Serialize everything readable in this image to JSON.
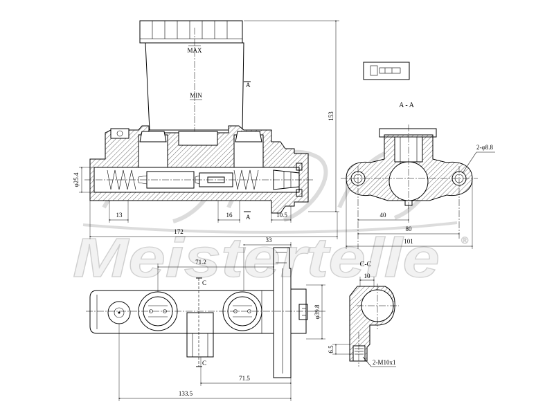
{
  "drawing": {
    "reservoir": {
      "max_label": "MAX",
      "min_label": "MIN"
    },
    "section_marks": {
      "a_top": "A",
      "a_bottom": "A",
      "c_top": "C",
      "c_bottom": "C"
    },
    "side_view_dims": {
      "height": "153",
      "bore": "φ25.4",
      "d13": "13",
      "d16": "16",
      "d10_5": "10.5",
      "length": "172"
    },
    "section_a": {
      "title": "A - A",
      "holes": "2-φ8.8",
      "d40": "40",
      "d80": "80",
      "d101": "101"
    },
    "top_view_dims": {
      "d33": "33",
      "d71_2": "71.2",
      "flange_dia": "φ39.8",
      "d71_5": "71.5",
      "d133_5": "133.5"
    },
    "section_c": {
      "title": "C-C",
      "d10": "10",
      "d6_5": "6.5",
      "thread": "2-M10x1"
    }
  },
  "watermark": {
    "brand": "Meistertelle",
    "registered": "®"
  },
  "colors": {
    "line": "#000000",
    "watermark": "#cfcfcf",
    "background": "#ffffff"
  }
}
